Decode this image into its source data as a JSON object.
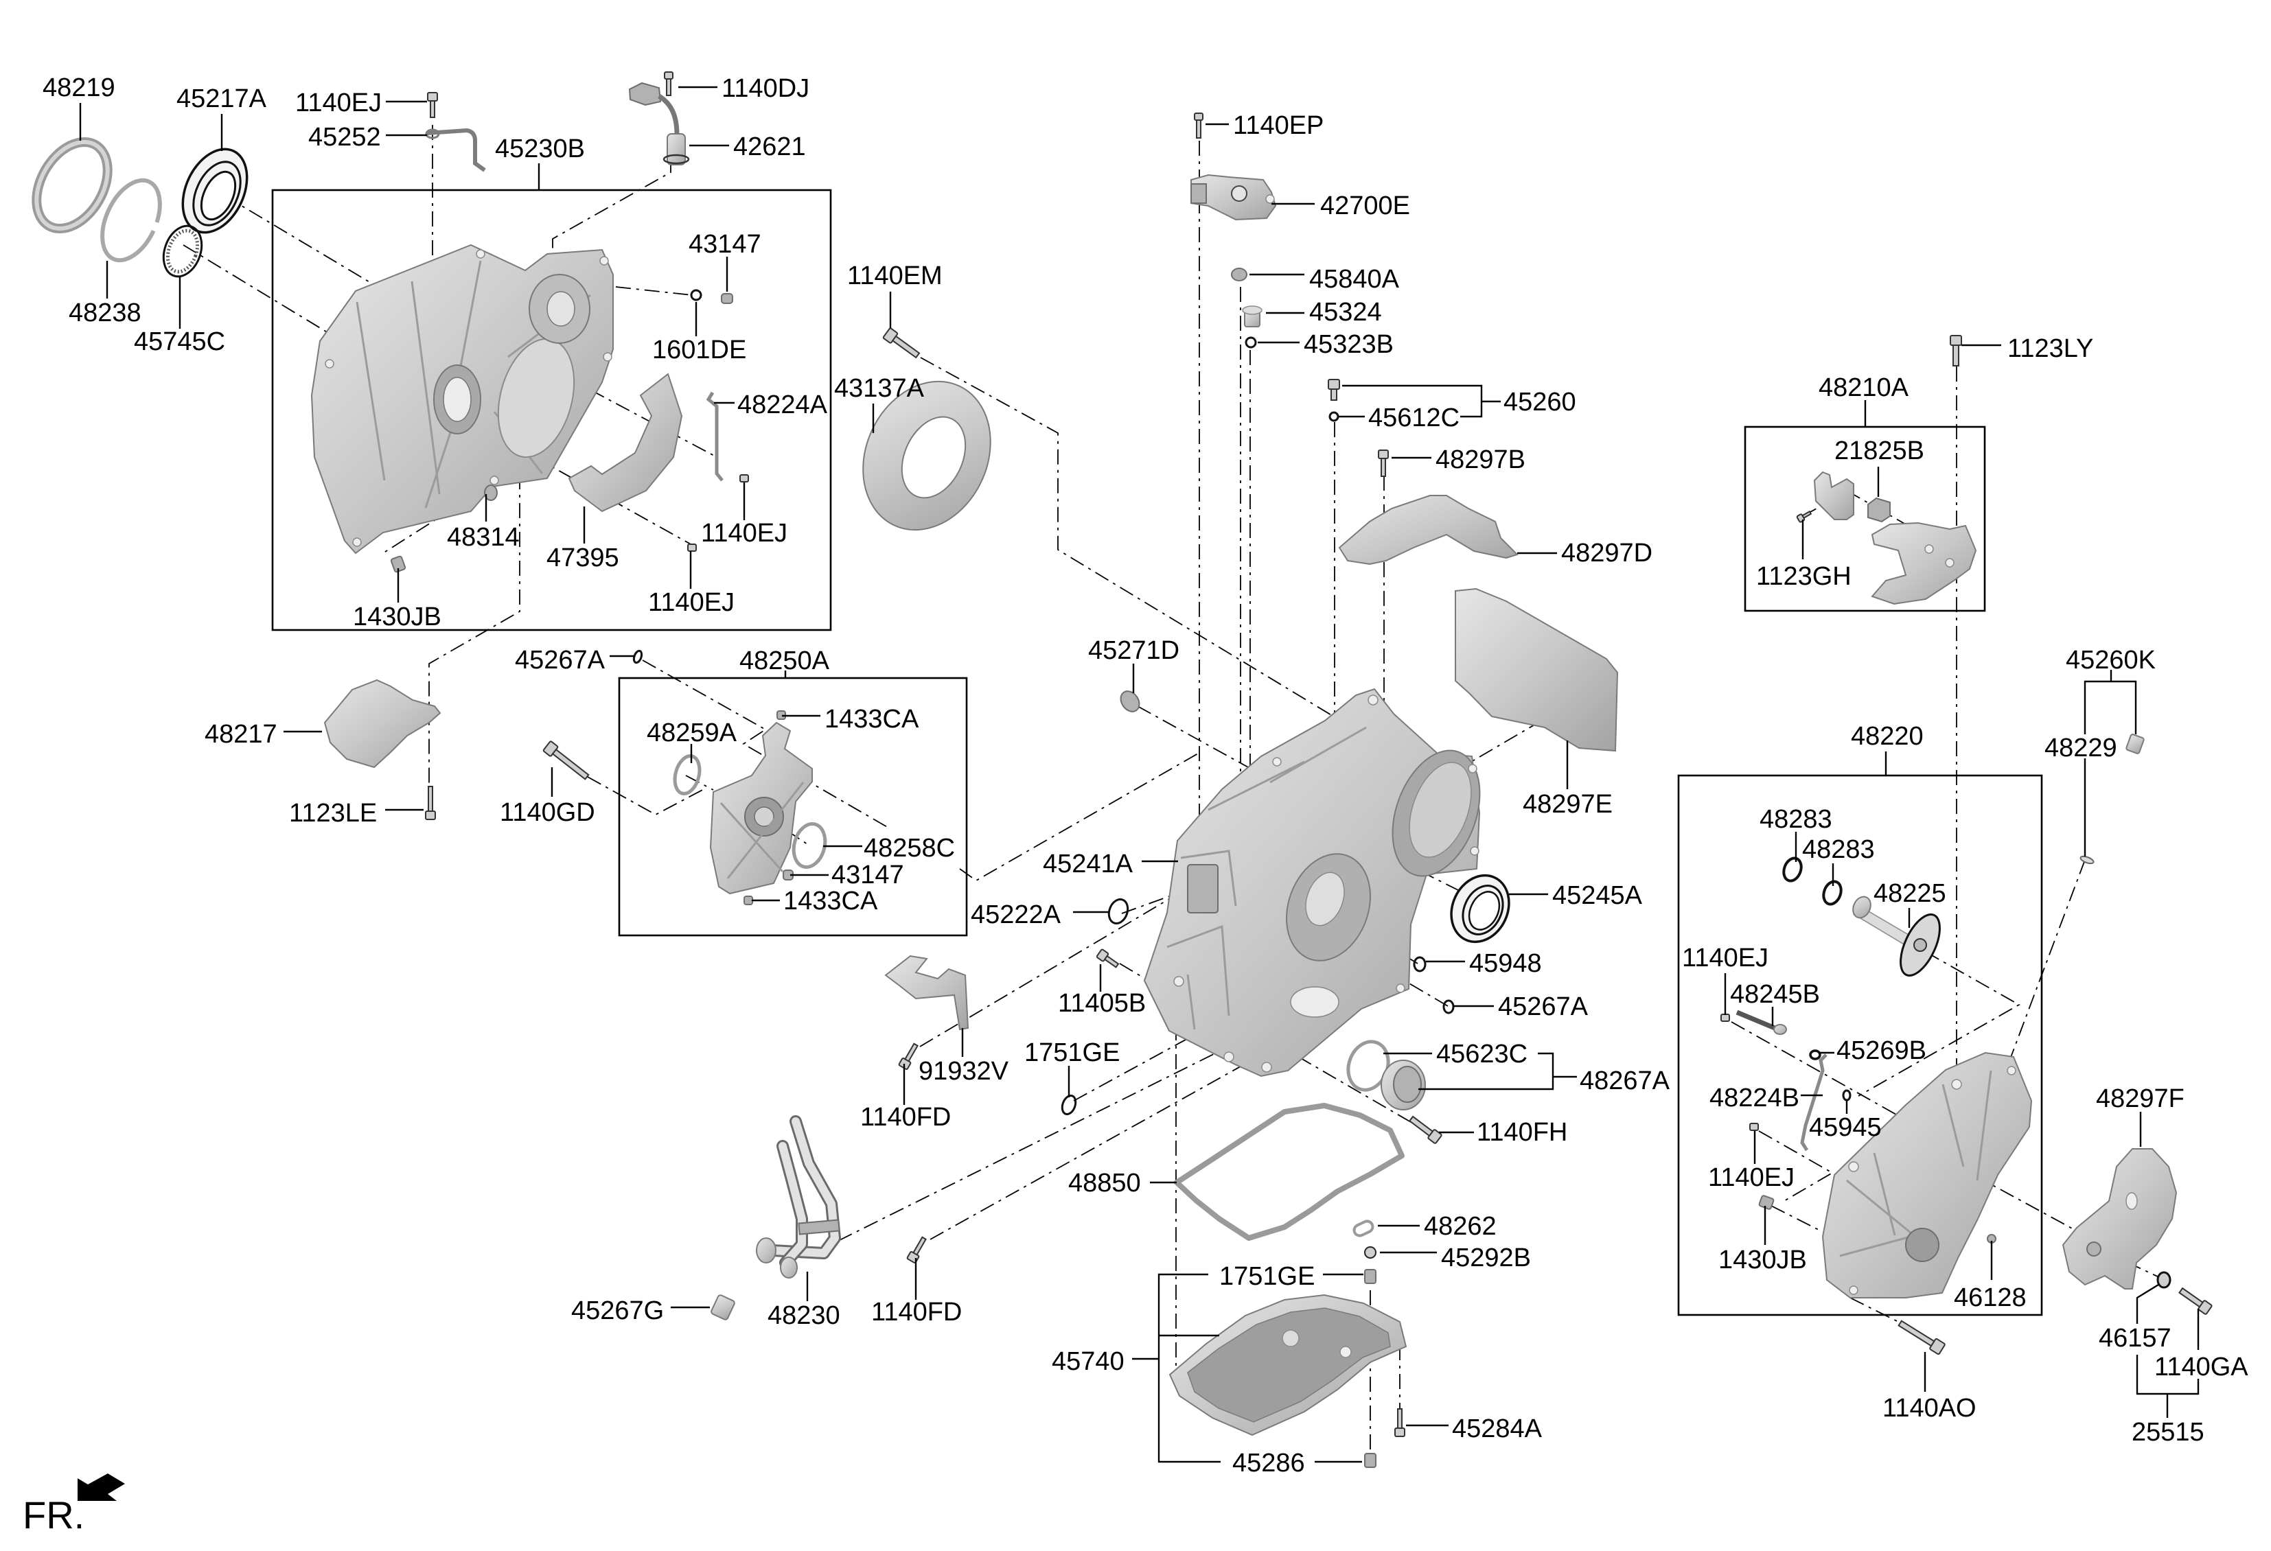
{
  "diagram": {
    "orientation_label": "FR.",
    "assembly_boxes": [
      "45230B",
      "48250A",
      "48210A",
      "48220"
    ]
  },
  "callouts": [
    "48219",
    "45217A",
    "1140EJ",
    "45252",
    "45230B",
    "1140DJ",
    "42621",
    "43147",
    "1601DE",
    "48224A",
    "48238",
    "45745C",
    "48314",
    "47395",
    "1140EJ",
    "1140EJ",
    "1430JB",
    "1140EP",
    "42700E",
    "1140EM",
    "43137A",
    "45840A",
    "45324",
    "45323B",
    "45260",
    "45612C",
    "48297B",
    "48297D",
    "45271D",
    "48297E",
    "45241A",
    "45245A",
    "45222A",
    "45948",
    "11405B",
    "45267A",
    "1751GE",
    "91932V",
    "45623C",
    "48267A",
    "1140FD",
    "1140FH",
    "48850",
    "48262",
    "45292B",
    "1751GE",
    "45267G",
    "48230",
    "1140FD",
    "45740",
    "45284A",
    "45286",
    "45267A",
    "48250A",
    "1433CA",
    "48259A",
    "48217",
    "1140GD",
    "1123LE",
    "48258C",
    "43147",
    "1433CA",
    "1123LY",
    "48210A",
    "21825B",
    "1123GH",
    "45260K",
    "48220",
    "48229",
    "48283",
    "48283",
    "48225",
    "1140EJ",
    "48245B",
    "45269B",
    "48224B",
    "45945",
    "48297F",
    "1140EJ",
    "1430JB",
    "46128",
    "46157",
    "1140GA",
    "1140AO",
    "25515"
  ],
  "colors": {
    "background": "#ffffff",
    "line": "#000000",
    "part_fill": "#c6c6c6",
    "part_outline": "#7a7a7a"
  }
}
